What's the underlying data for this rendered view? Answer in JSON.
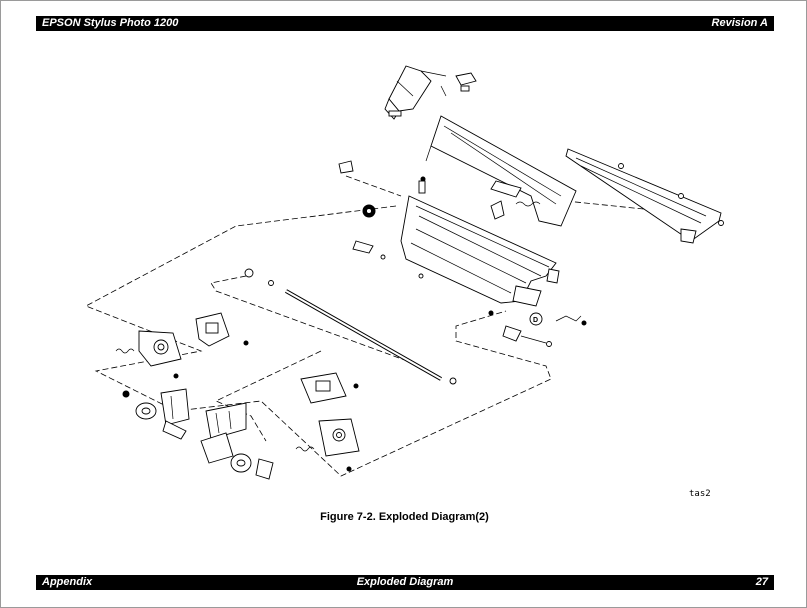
{
  "header": {
    "title": "EPSON Stylus Photo 1200",
    "revision": "Revision A"
  },
  "figure": {
    "caption": "Figure 7-2.  Exploded Diagram(2)",
    "ref_code": "tas2",
    "callout": "D"
  },
  "footer": {
    "section": "Appendix",
    "chapter": "Exploded Diagram",
    "page": "27"
  }
}
